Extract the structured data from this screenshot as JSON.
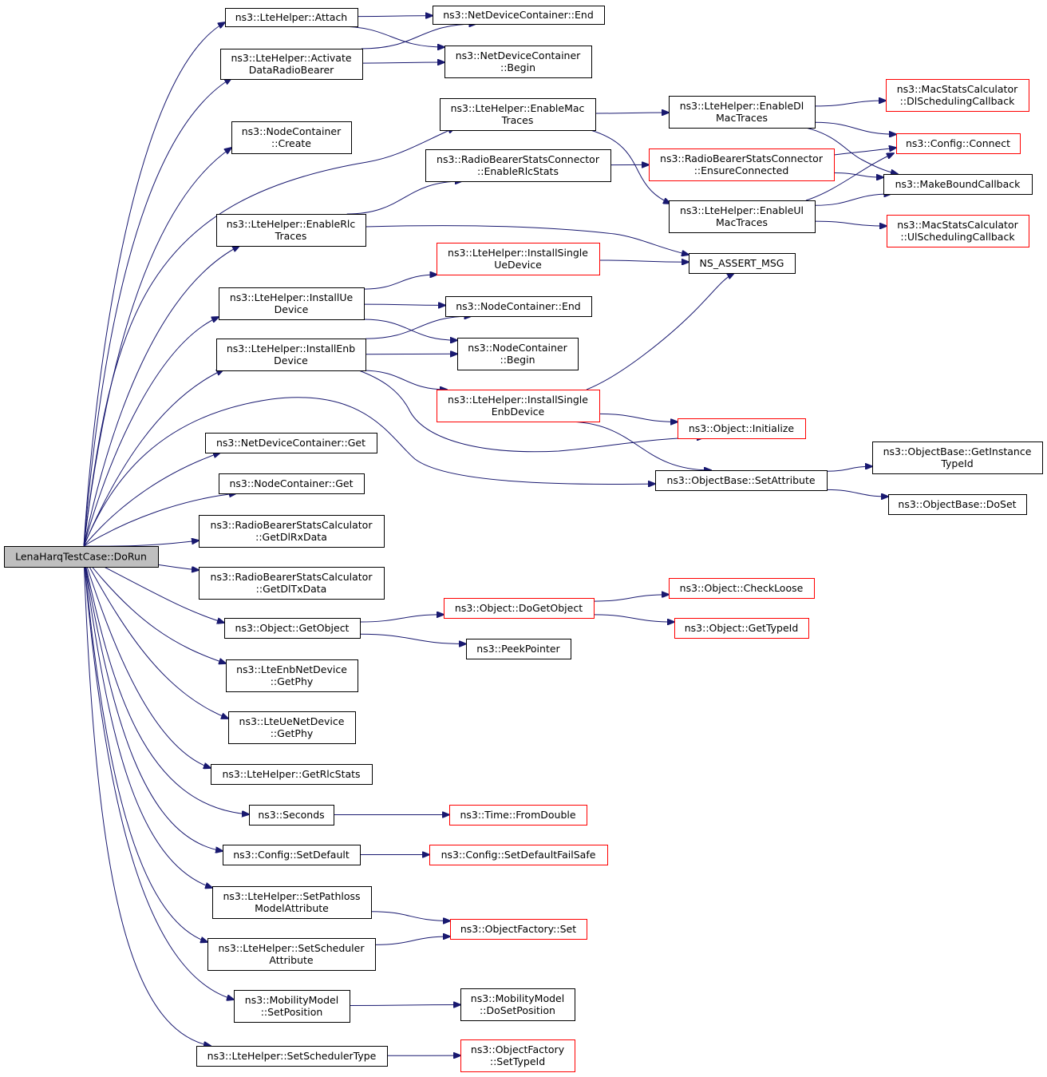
{
  "diagram": {
    "colors": {
      "edge": "#191970",
      "node_border": "#000000",
      "truncated_border": "#ff0000",
      "root_fill": "#bfbfbf",
      "background": "#ffffff"
    },
    "nodes": [
      {
        "id": "dorun",
        "lines": [
          "LenaHarqTestCase::DoRun"
        ],
        "style": "root"
      },
      {
        "id": "attach",
        "lines": [
          "ns3::LteHelper::Attach"
        ]
      },
      {
        "id": "activate",
        "lines": [
          "ns3::LteHelper::Activate",
          "DataRadioBearer"
        ]
      },
      {
        "id": "ndc_end",
        "lines": [
          "ns3::NetDeviceContainer::End"
        ]
      },
      {
        "id": "ndc_begin",
        "lines": [
          "ns3::NetDeviceContainer",
          "::Begin"
        ]
      },
      {
        "id": "nc_create",
        "lines": [
          "ns3::NodeContainer",
          "::Create"
        ]
      },
      {
        "id": "enablemac",
        "lines": [
          "ns3::LteHelper::EnableMac",
          "Traces"
        ]
      },
      {
        "id": "enabledl",
        "lines": [
          "ns3::LteHelper::EnableDl",
          "MacTraces"
        ]
      },
      {
        "id": "dlsched",
        "lines": [
          "ns3::MacStatsCalculator",
          "::DlSchedulingCallback"
        ],
        "style": "red"
      },
      {
        "id": "connect",
        "lines": [
          "ns3::Config::Connect"
        ],
        "style": "red"
      },
      {
        "id": "enablerlcstats",
        "lines": [
          "ns3::RadioBearerStatsConnector",
          "::EnableRlcStats"
        ]
      },
      {
        "id": "ensure",
        "lines": [
          "ns3::RadioBearerStatsConnector",
          "::EnsureConnected"
        ],
        "style": "red"
      },
      {
        "id": "makebound",
        "lines": [
          "ns3::MakeBoundCallback"
        ]
      },
      {
        "id": "enablerlc",
        "lines": [
          "ns3::LteHelper::EnableRlc",
          "Traces"
        ]
      },
      {
        "id": "enableul",
        "lines": [
          "ns3::LteHelper::EnableUl",
          "MacTraces"
        ]
      },
      {
        "id": "ulsched",
        "lines": [
          "ns3::MacStatsCalculator",
          "::UlSchedulingCallback"
        ],
        "style": "red"
      },
      {
        "id": "installsingleue",
        "lines": [
          "ns3::LteHelper::InstallSingle",
          "UeDevice"
        ],
        "style": "red"
      },
      {
        "id": "assert",
        "lines": [
          "NS_ASSERT_MSG"
        ]
      },
      {
        "id": "installue",
        "lines": [
          "ns3::LteHelper::InstallUe",
          "Device"
        ]
      },
      {
        "id": "nc_end",
        "lines": [
          "ns3::NodeContainer::End"
        ]
      },
      {
        "id": "installenb",
        "lines": [
          "ns3::LteHelper::InstallEnb",
          "Device"
        ]
      },
      {
        "id": "nc_begin",
        "lines": [
          "ns3::NodeContainer",
          "::Begin"
        ]
      },
      {
        "id": "installsingleenb",
        "lines": [
          "ns3::LteHelper::InstallSingle",
          "EnbDevice"
        ],
        "style": "red"
      },
      {
        "id": "initialize",
        "lines": [
          "ns3::Object::Initialize"
        ],
        "style": "red"
      },
      {
        "id": "ndc_get",
        "lines": [
          "ns3::NetDeviceContainer::Get"
        ]
      },
      {
        "id": "setattr",
        "lines": [
          "ns3::ObjectBase::SetAttribute"
        ]
      },
      {
        "id": "getinstance",
        "lines": [
          "ns3::ObjectBase::GetInstance",
          "TypeId"
        ]
      },
      {
        "id": "doset",
        "lines": [
          "ns3::ObjectBase::DoSet"
        ]
      },
      {
        "id": "nc_get",
        "lines": [
          "ns3::NodeContainer::Get"
        ]
      },
      {
        "id": "getdlrx",
        "lines": [
          "ns3::RadioBearerStatsCalculator",
          "::GetDlRxData"
        ]
      },
      {
        "id": "getdltx",
        "lines": [
          "ns3::RadioBearerStatsCalculator",
          "::GetDlTxData"
        ]
      },
      {
        "id": "getobject",
        "lines": [
          "ns3::Object::GetObject"
        ]
      },
      {
        "id": "dogetobject",
        "lines": [
          "ns3::Object::DoGetObject"
        ],
        "style": "red"
      },
      {
        "id": "checkloose",
        "lines": [
          "ns3::Object::CheckLoose"
        ],
        "style": "red"
      },
      {
        "id": "gettypeid",
        "lines": [
          "ns3::Object::GetTypeId"
        ],
        "style": "red"
      },
      {
        "id": "peek",
        "lines": [
          "ns3::PeekPointer"
        ]
      },
      {
        "id": "enbphy",
        "lines": [
          "ns3::LteEnbNetDevice",
          "::GetPhy"
        ]
      },
      {
        "id": "uephy",
        "lines": [
          "ns3::LteUeNetDevice",
          "::GetPhy"
        ]
      },
      {
        "id": "getrlcstats",
        "lines": [
          "ns3::LteHelper::GetRlcStats"
        ]
      },
      {
        "id": "seconds",
        "lines": [
          "ns3::Seconds"
        ]
      },
      {
        "id": "fromdouble",
        "lines": [
          "ns3::Time::FromDouble"
        ],
        "style": "red"
      },
      {
        "id": "setdefault",
        "lines": [
          "ns3::Config::SetDefault"
        ]
      },
      {
        "id": "setdefaultfs",
        "lines": [
          "ns3::Config::SetDefaultFailSafe"
        ],
        "style": "red"
      },
      {
        "id": "setpathloss",
        "lines": [
          "ns3::LteHelper::SetPathloss",
          "ModelAttribute"
        ]
      },
      {
        "id": "factoryset",
        "lines": [
          "ns3::ObjectFactory::Set"
        ],
        "style": "red"
      },
      {
        "id": "setschedattr",
        "lines": [
          "ns3::LteHelper::SetScheduler",
          "Attribute"
        ]
      },
      {
        "id": "setposition",
        "lines": [
          "ns3::MobilityModel",
          "::SetPosition"
        ]
      },
      {
        "id": "dosetposition",
        "lines": [
          "ns3::MobilityModel",
          "::DoSetPosition"
        ]
      },
      {
        "id": "setschedtype",
        "lines": [
          "ns3::LteHelper::SetSchedulerType"
        ]
      },
      {
        "id": "settypeid",
        "lines": [
          "ns3::ObjectFactory",
          "::SetTypeId"
        ],
        "style": "red"
      }
    ],
    "edges": [
      [
        "dorun",
        "attach"
      ],
      [
        "dorun",
        "activate"
      ],
      [
        "dorun",
        "nc_create"
      ],
      [
        "dorun",
        "enablemac"
      ],
      [
        "dorun",
        "enablerlc"
      ],
      [
        "dorun",
        "installue"
      ],
      [
        "dorun",
        "installenb"
      ],
      [
        "dorun",
        "setattr"
      ],
      [
        "dorun",
        "ndc_get"
      ],
      [
        "dorun",
        "nc_get"
      ],
      [
        "dorun",
        "getdlrx"
      ],
      [
        "dorun",
        "getdltx"
      ],
      [
        "dorun",
        "getobject"
      ],
      [
        "dorun",
        "enbphy"
      ],
      [
        "dorun",
        "uephy"
      ],
      [
        "dorun",
        "getrlcstats"
      ],
      [
        "dorun",
        "seconds"
      ],
      [
        "dorun",
        "setdefault"
      ],
      [
        "dorun",
        "setpathloss"
      ],
      [
        "dorun",
        "setschedattr"
      ],
      [
        "dorun",
        "setposition"
      ],
      [
        "dorun",
        "setschedtype"
      ],
      [
        "attach",
        "ndc_end"
      ],
      [
        "attach",
        "ndc_begin"
      ],
      [
        "activate",
        "ndc_end"
      ],
      [
        "activate",
        "ndc_begin"
      ],
      [
        "enablemac",
        "enabledl"
      ],
      [
        "enablemac",
        "enableul"
      ],
      [
        "enabledl",
        "dlsched"
      ],
      [
        "enabledl",
        "connect"
      ],
      [
        "enabledl",
        "makebound"
      ],
      [
        "enableul",
        "connect"
      ],
      [
        "enableul",
        "makebound"
      ],
      [
        "enableul",
        "ulsched"
      ],
      [
        "enablerlc",
        "enablerlcstats"
      ],
      [
        "enablerlc",
        "assert"
      ],
      [
        "enablerlcstats",
        "ensure"
      ],
      [
        "ensure",
        "connect"
      ],
      [
        "ensure",
        "makebound"
      ],
      [
        "installue",
        "installsingleue"
      ],
      [
        "installue",
        "nc_end"
      ],
      [
        "installue",
        "nc_begin"
      ],
      [
        "installsingleue",
        "assert"
      ],
      [
        "installenb",
        "nc_end"
      ],
      [
        "installenb",
        "nc_begin"
      ],
      [
        "installenb",
        "installsingleenb"
      ],
      [
        "installenb",
        "initialize"
      ],
      [
        "installsingleenb",
        "assert"
      ],
      [
        "installsingleenb",
        "initialize"
      ],
      [
        "installsingleenb",
        "setattr"
      ],
      [
        "setattr",
        "getinstance"
      ],
      [
        "setattr",
        "doset"
      ],
      [
        "getobject",
        "dogetobject"
      ],
      [
        "getobject",
        "peek"
      ],
      [
        "dogetobject",
        "checkloose"
      ],
      [
        "dogetobject",
        "gettypeid"
      ],
      [
        "seconds",
        "fromdouble"
      ],
      [
        "setdefault",
        "setdefaultfs"
      ],
      [
        "setpathloss",
        "factoryset"
      ],
      [
        "setschedattr",
        "factoryset"
      ],
      [
        "setposition",
        "dosetposition"
      ],
      [
        "setschedtype",
        "settypeid"
      ]
    ]
  }
}
